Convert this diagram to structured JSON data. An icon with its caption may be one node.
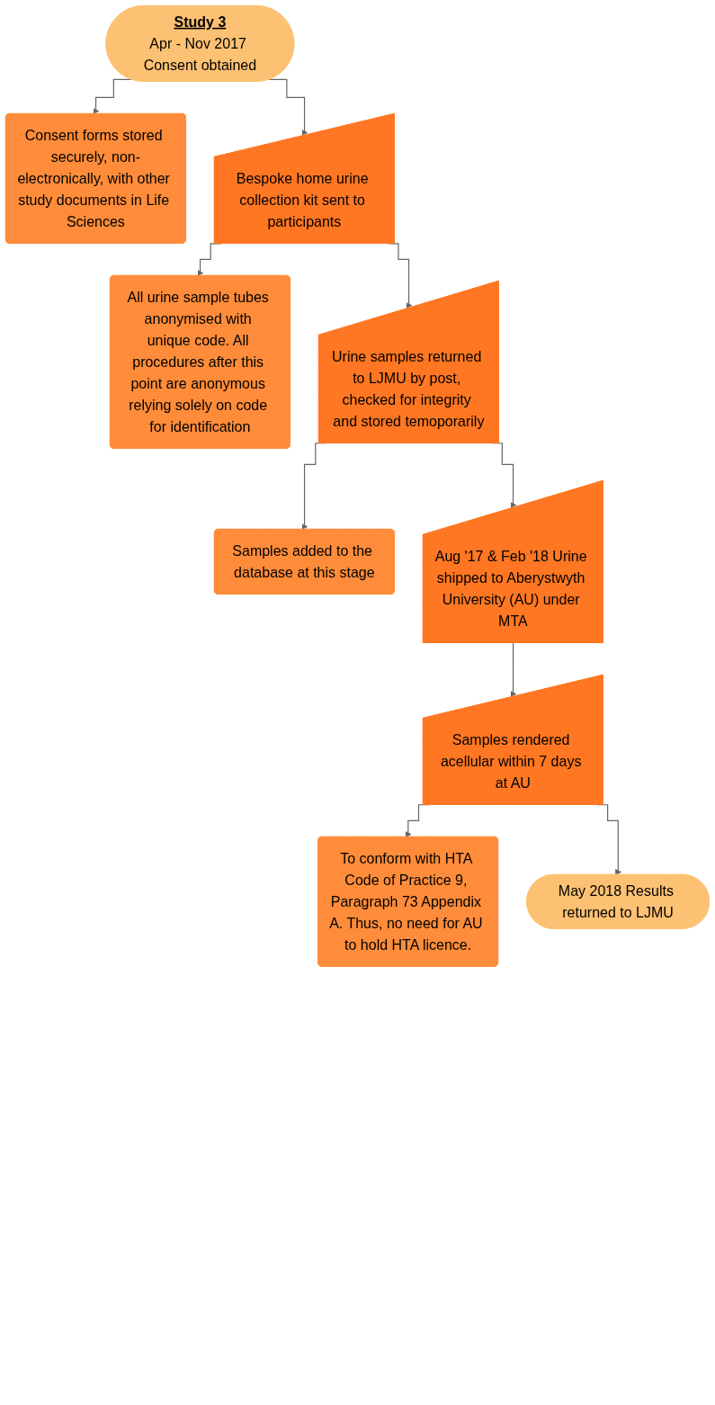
{
  "diagram": {
    "nodes": [
      {
        "text": [
          "Study 3",
          "Apr - Nov 2017 Consent obtained"
        ]
      },
      {
        "text": [
          "Consent forms stored securely, non-electronically, with other study documents in Life Sciences"
        ]
      },
      {
        "text": [
          "Bespoke home urine collection kit sent to participants"
        ]
      },
      {
        "text": [
          "All urine sample tubes anonymised with unique code. All procedures after this point are anonymous relying solely on code for identification"
        ]
      },
      {
        "text": [
          "Urine samples returned to LJMU by post, checked for integrity and stored temoporarily"
        ]
      },
      {
        "text": [
          "Samples added to the database at this stage"
        ]
      },
      {
        "text": [
          "Aug '17 & Feb '18 Urine shipped to Aberystwyth University (AU) under MTA"
        ]
      },
      {
        "text": [
          "Samples rendered acellular within 7 days at AU"
        ]
      },
      {
        "text": [
          "To conform with HTA Code of Practice 9, Paragraph 73 Appendix A. Thus, no need for AU to hold HTA licence."
        ]
      },
      {
        "text": [
          "May 2018 Results returned to LJMU"
        ]
      }
    ],
    "edges": [
      {
        "from": 0,
        "to": 2,
        "arrow": "to"
      },
      {
        "from": 0,
        "to": 1,
        "arrow": "to"
      },
      {
        "from": 2,
        "to": 4,
        "arrow": "to"
      },
      {
        "from": 2,
        "to": 3,
        "arrow": "to"
      },
      {
        "from": 4,
        "to": 6,
        "arrow": "to"
      },
      {
        "from": 4,
        "to": 5,
        "arrow": "to"
      },
      {
        "from": 6,
        "to": 7,
        "arrow": "to"
      },
      {
        "from": 7,
        "to": 8,
        "arrow": "to"
      },
      {
        "from": 7,
        "to": 9,
        "arrow": "to"
      }
    ]
  }
}
